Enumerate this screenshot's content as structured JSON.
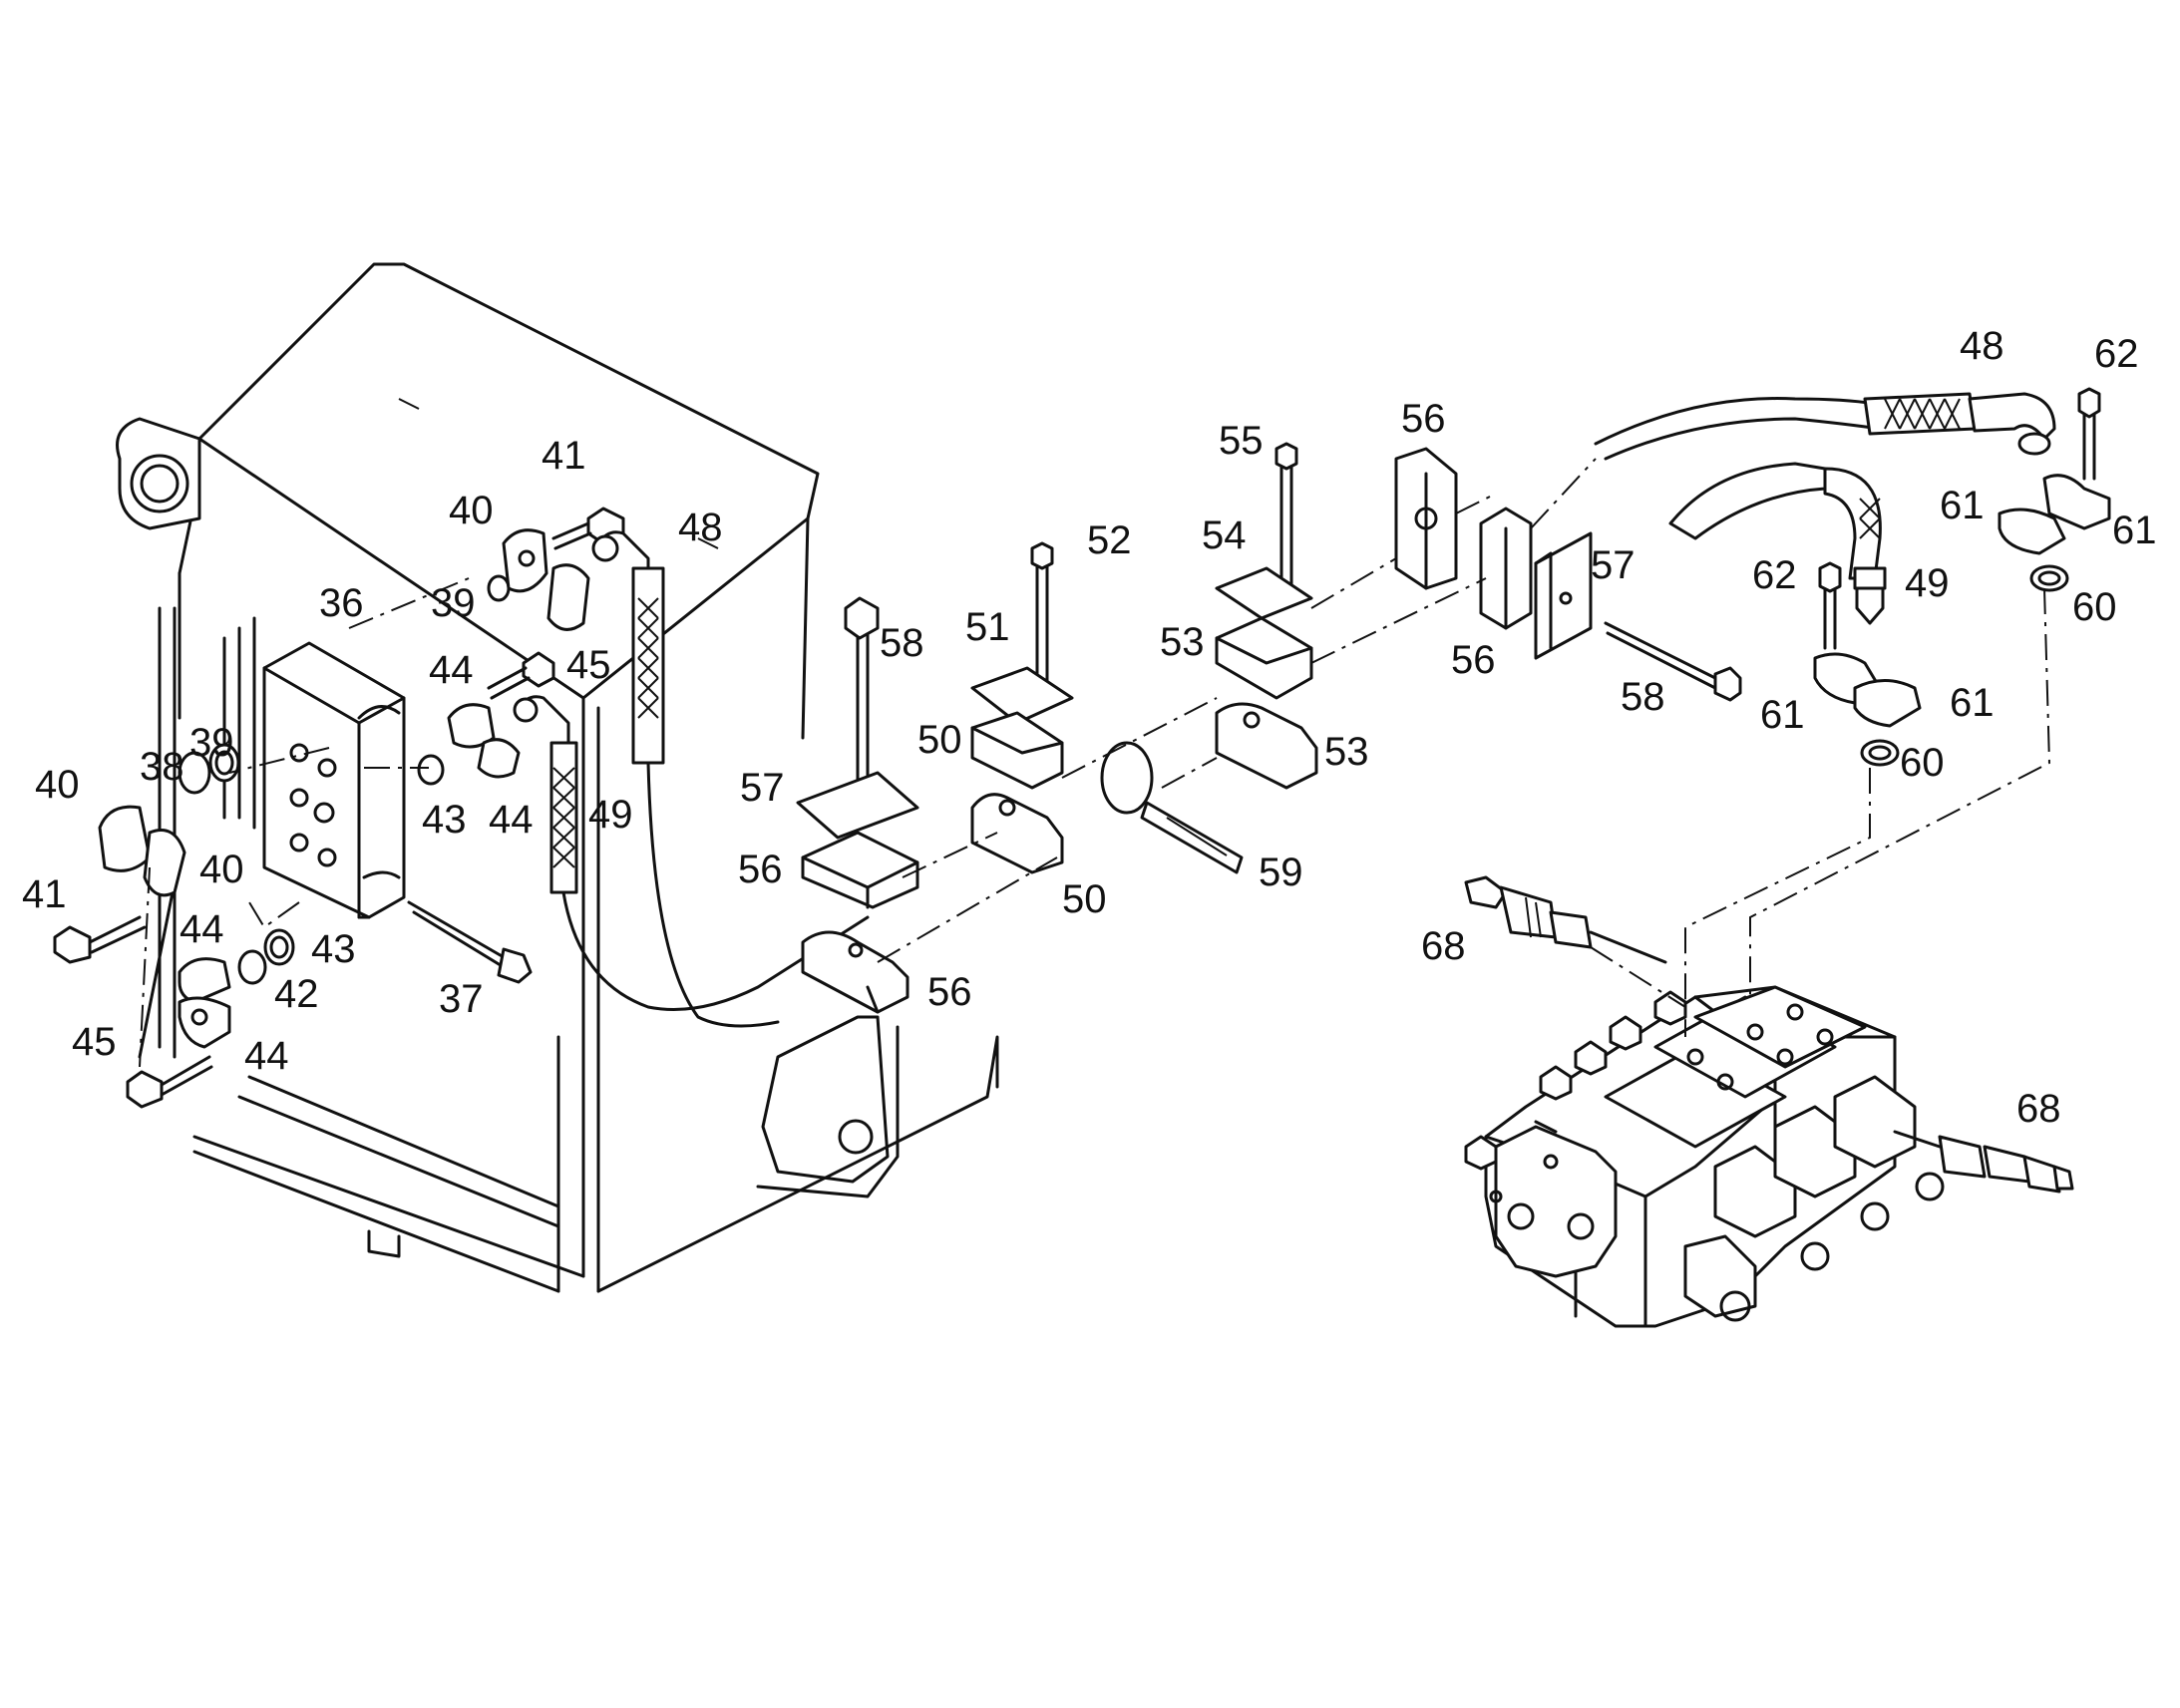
{
  "labels": [
    {
      "text": "36"
    },
    {
      "text": "37"
    },
    {
      "text": "38"
    },
    {
      "text": "39"
    },
    {
      "text": "39"
    },
    {
      "text": "40"
    },
    {
      "text": "40"
    },
    {
      "text": "40"
    },
    {
      "text": "41"
    },
    {
      "text": "41"
    },
    {
      "text": "42"
    },
    {
      "text": "43"
    },
    {
      "text": "43"
    },
    {
      "text": "44"
    },
    {
      "text": "44"
    },
    {
      "text": "44"
    },
    {
      "text": "44"
    },
    {
      "text": "45"
    },
    {
      "text": "45"
    },
    {
      "text": "48"
    },
    {
      "text": "48"
    },
    {
      "text": "49"
    },
    {
      "text": "49"
    },
    {
      "text": "50"
    },
    {
      "text": "50"
    },
    {
      "text": "51"
    },
    {
      "text": "52"
    },
    {
      "text": "53"
    },
    {
      "text": "53"
    },
    {
      "text": "54"
    },
    {
      "text": "55"
    },
    {
      "text": "56"
    },
    {
      "text": "56"
    },
    {
      "text": "56"
    },
    {
      "text": "56"
    },
    {
      "text": "57"
    },
    {
      "text": "57"
    },
    {
      "text": "58"
    },
    {
      "text": "58"
    },
    {
      "text": "59"
    },
    {
      "text": "60"
    },
    {
      "text": "60"
    },
    {
      "text": "61"
    },
    {
      "text": "61"
    },
    {
      "text": "61"
    },
    {
      "text": "61"
    },
    {
      "text": "62"
    },
    {
      "text": "62"
    },
    {
      "text": "68"
    },
    {
      "text": "68"
    }
  ]
}
